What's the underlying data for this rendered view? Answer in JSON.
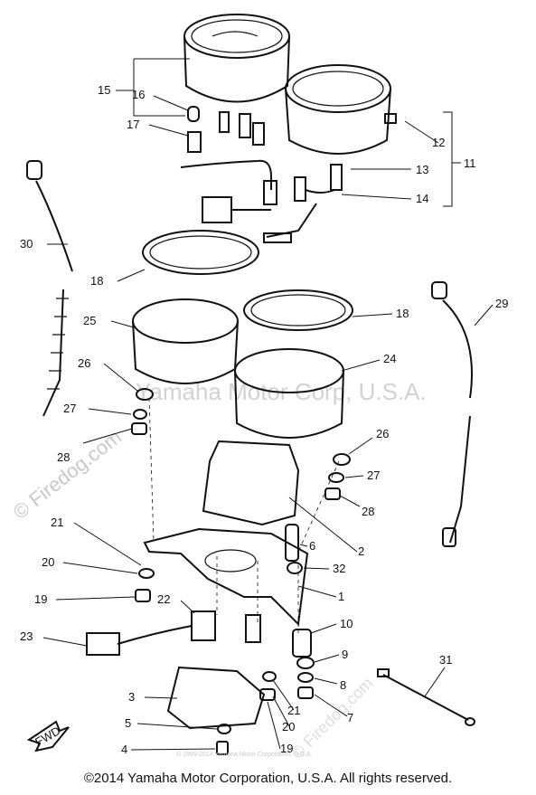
{
  "watermark_center": "Yamaha Motor Corp, U.S.A.",
  "watermark_side": "© Firedog.com",
  "inner_copyright": "© 1999-2014 Yamaha Motor Corporation, U.S.A.",
  "fwd_label": "FWD",
  "footer": "©2014 Yamaha Motor Corporation, U.S.A. All rights reserved.",
  "callouts": [
    "15",
    "16",
    "17",
    "12",
    "13",
    "14",
    "11",
    "30",
    "18",
    "25",
    "18",
    "29",
    "26",
    "24",
    "27",
    "28",
    "26",
    "27",
    "28",
    "21",
    "6",
    "2",
    "20",
    "32",
    "19",
    "22",
    "1",
    "10",
    "23",
    "9",
    "31",
    "8",
    "3",
    "21",
    "20",
    "7",
    "5",
    "19",
    "4"
  ]
}
